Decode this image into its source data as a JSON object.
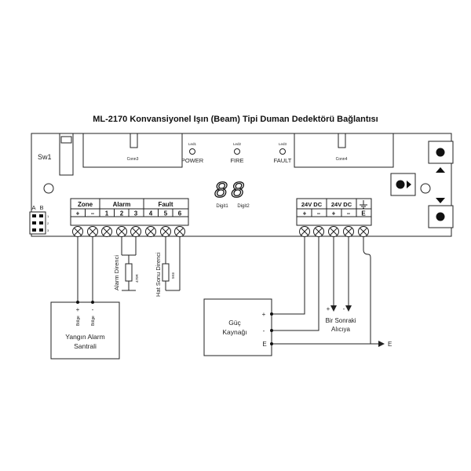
{
  "title": "ML-2170 Konvansiyonel Işın (Beam) Tipi Duman Dedektörü Bağlantısı",
  "board": {
    "sw1": "Sw1",
    "conn3": "Conn3",
    "conn4": "Conn4",
    "jumper_a": "A",
    "jumper_b": "B",
    "jumper_rows": [
      "1",
      "2",
      "3"
    ],
    "leds": [
      {
        "tag": "Led1",
        "label": "POWER"
      },
      {
        "tag": "Led2",
        "label": "FIRE"
      },
      {
        "tag": "Led3",
        "label": "FAULT"
      }
    ],
    "digits": {
      "display": "88",
      "label1": "Digit1",
      "label2": "Digit2"
    }
  },
  "terminals_left": {
    "groups": [
      "Zone",
      "Alarm",
      "Fault"
    ],
    "labels": [
      "+",
      "–",
      "1",
      "2",
      "3",
      "4",
      "5",
      "6"
    ]
  },
  "terminals_right": {
    "groups": [
      "24V DC",
      "24V DC"
    ],
    "labels": [
      "+",
      "–",
      "+",
      "–",
      "E"
    ]
  },
  "resistors": {
    "alarm_label": "Alarm Direnci",
    "alarm_value": "470R",
    "fault_label": "Hat Sonu Direnci",
    "fault_value": "5K6"
  },
  "panel": {
    "line1": "Yangın Alarm",
    "line2": "Santrali",
    "plus": "+",
    "minus": "-",
    "sub_plus": "Bölge",
    "sub_minus": "Bölge"
  },
  "psu": {
    "line1": "Güç",
    "line2": "Kaynağı",
    "plus": "+",
    "minus": "-",
    "earth": "E"
  },
  "next_receiver": {
    "plus": "+",
    "minus": "-",
    "line1": "Bir Sonraki",
    "line2": "Alıcıya"
  },
  "earth_label": "E"
}
